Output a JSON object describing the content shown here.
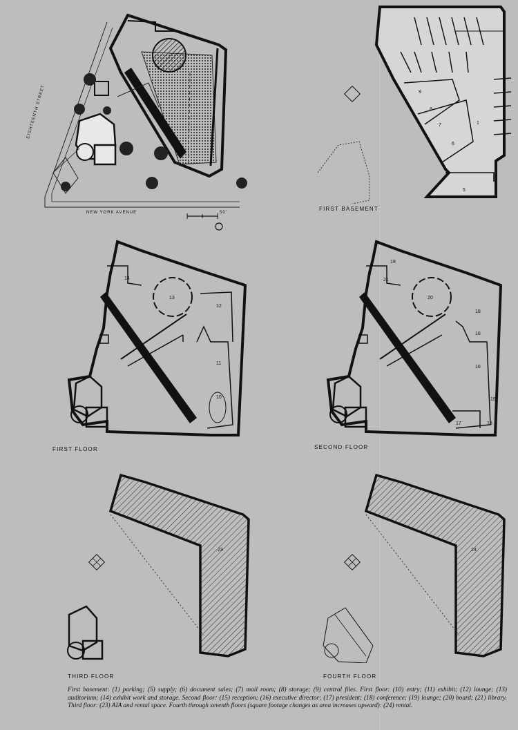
{
  "site": {
    "street_vertical": "EIGHTEENTH STREET",
    "street_horizontal": "NEW YORK AVENUE",
    "scale_label": "50'"
  },
  "plans": {
    "first_basement": {
      "title": "FIRST BASEMENT",
      "rooms": [
        "1",
        "9",
        "8",
        "7",
        "6",
        "5"
      ]
    },
    "first_floor": {
      "title": "FIRST FLOOR",
      "rooms": [
        "14",
        "13",
        "12",
        "11",
        "10"
      ]
    },
    "second_floor": {
      "title": "SECOND FLOOR",
      "rooms": [
        "19",
        "21",
        "20",
        "18",
        "16",
        "16",
        "15",
        "17",
        "18"
      ]
    },
    "third_floor": {
      "title": "THIRD FLOOR",
      "rooms": [
        "23"
      ]
    },
    "fourth_floor": {
      "title": "FOURTH FLOOR",
      "rooms": [
        "24"
      ]
    }
  },
  "caption": "First basement: (1) parking; (5) supply; (6) document sales; (7) mail room; (8) storage; (9) central files. First floor: (10) entry; (11) exhibit; (12) lounge; (13) auditorium; (14) exhibit work and storage. Second floor: (15) reception; (16) executive director; (17) president; (18) conference; (19) lounge; (20) board; (21) library. Third floor: (23) AIA and rental space. Fourth through seventh floors (square footage changes as area increases upward): (24) rental."
}
